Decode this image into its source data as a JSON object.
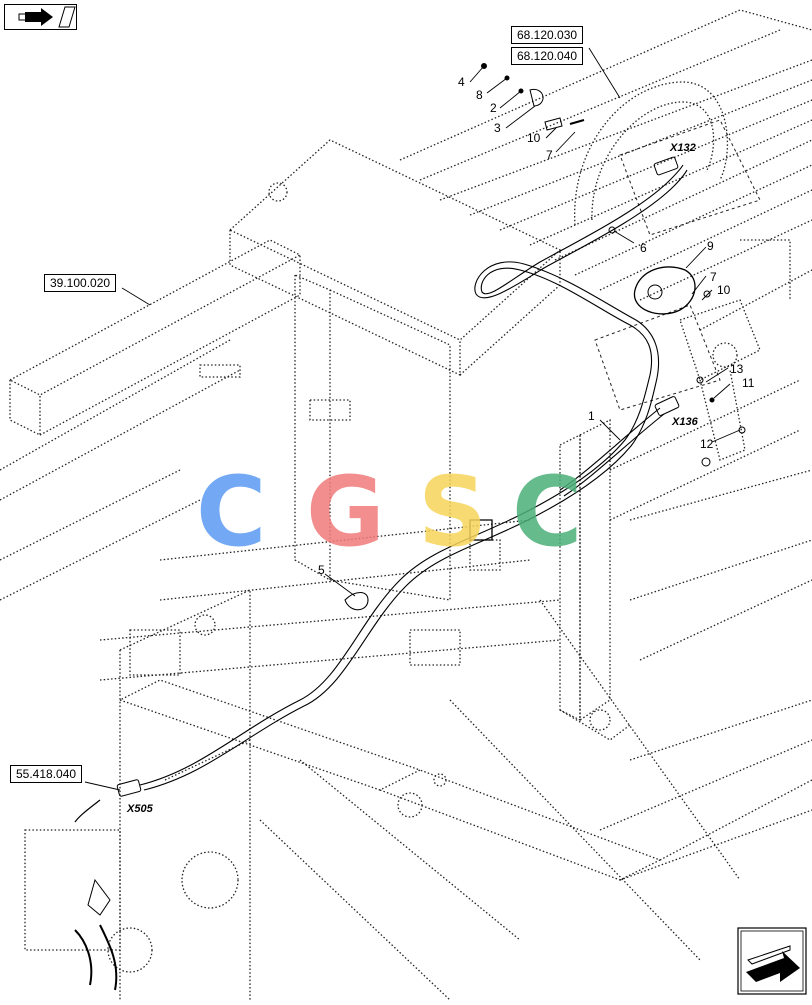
{
  "references": {
    "top_a": "68.120.030",
    "top_b": "68.120.040",
    "left": "39.100.020",
    "bottom_left": "55.418.040"
  },
  "connectors": {
    "x132": "X132",
    "x136": "X136",
    "x505": "X505"
  },
  "callouts": {
    "n4": "4",
    "n8": "8",
    "n2": "2",
    "n3": "3",
    "n10a": "10",
    "n7a": "7",
    "n6": "6",
    "n9": "9",
    "n7b": "7",
    "n10b": "10",
    "n13": "13",
    "n11": "11",
    "n1": "1",
    "n12": "12",
    "n5": "5"
  },
  "watermark": {
    "c1": "C",
    "g": "G",
    "s": "S",
    "c2": "C",
    "colors": [
      "#5b9bf3",
      "#f07b7b",
      "#f7d45a",
      "#4cb07a"
    ]
  },
  "icons": {
    "top_left": "book-arrow-icon",
    "bottom_right": "next-page-arrow-icon"
  }
}
